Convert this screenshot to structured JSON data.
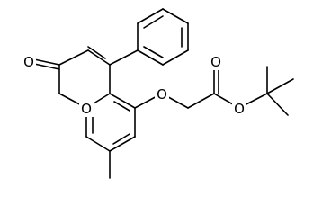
{
  "molecule": {
    "atoms": {
      "carbonyl_oxygen": "O",
      "ring_oxygen": "O",
      "ether_oxygen": "O",
      "ester_carbonyl_oxygen": "O",
      "ester_oxygen": "O"
    }
  }
}
